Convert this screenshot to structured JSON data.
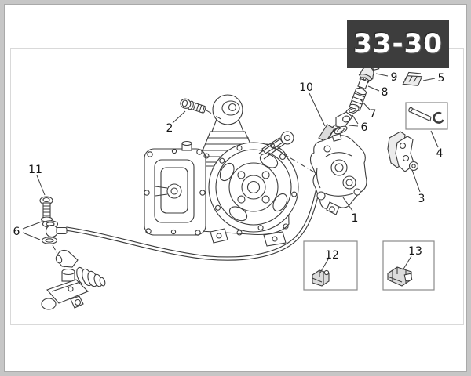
{
  "header": {
    "page_code": "33-30"
  },
  "diagram": {
    "callouts": {
      "n1": "1",
      "n2": "2",
      "n3": "3",
      "n4": "4",
      "n5": "5",
      "n6": "6",
      "n7": "7",
      "n8": "8",
      "n9": "9",
      "n10": "10",
      "n11": "11",
      "n12": "12",
      "n13": "13"
    }
  },
  "colors": {
    "badge_background": "#3d3d3d",
    "badge_text": "#ffffff",
    "line_art": "#3c3c3c",
    "frame_outer": "#c6c6c6",
    "frame_inner": "#d9d9d9"
  }
}
